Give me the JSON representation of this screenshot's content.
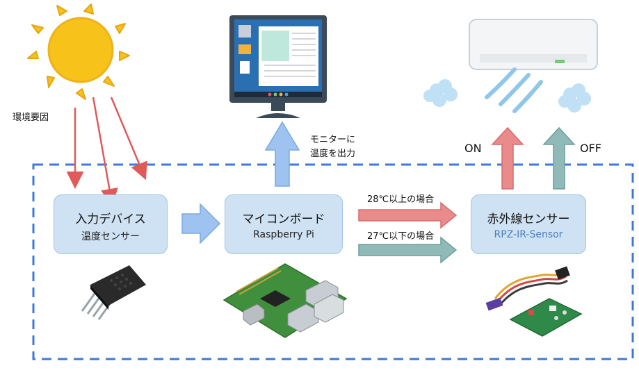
{
  "environment_label": "環境要因",
  "nodes": {
    "input": {
      "title": "入力デバイス",
      "subtitle": "温度センサー"
    },
    "mcu": {
      "title": "マイコンボード",
      "subtitle": "Raspberry Pi"
    },
    "ir": {
      "title": "赤外線センサー",
      "subtitle": "RPZ-IR-Sensor"
    }
  },
  "labels": {
    "monitor_line1": "モニターに",
    "monitor_line2": "温度を出力",
    "cond_high": "28℃以上の場合",
    "cond_low": "27℃以下の場合",
    "on": "ON",
    "off": "OFF"
  },
  "colors": {
    "node_fill": "#cfe2f3",
    "dashed_border": "#3d78d8",
    "arrow_red": "#e98b8b",
    "arrow_teal": "#8fbab7",
    "arrow_blue": "#9fc3f0",
    "sun": "#f7c21a"
  },
  "icons": [
    "sun-icon",
    "monitor-icon",
    "air-conditioner-icon",
    "temperature-sensor-icon",
    "raspberry-pi-icon",
    "ir-sensor-board-icon"
  ]
}
